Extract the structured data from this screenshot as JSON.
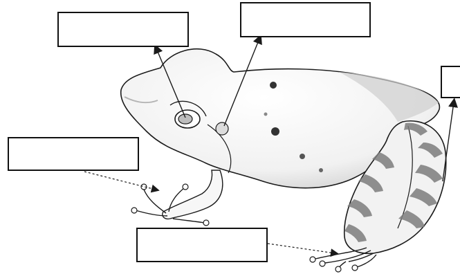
{
  "diagram": {
    "subject": "frog",
    "colors": {
      "outline": "#1a1a1a",
      "shade": "#9a9a9a",
      "band": "#7d7d7d",
      "background": "#ffffff"
    },
    "labels": [
      {
        "id": "eye",
        "text": ""
      },
      {
        "id": "eardrum",
        "text": ""
      },
      {
        "id": "body",
        "text": ""
      },
      {
        "id": "front-leg",
        "text": ""
      },
      {
        "id": "hind-foot",
        "text": ""
      }
    ]
  }
}
